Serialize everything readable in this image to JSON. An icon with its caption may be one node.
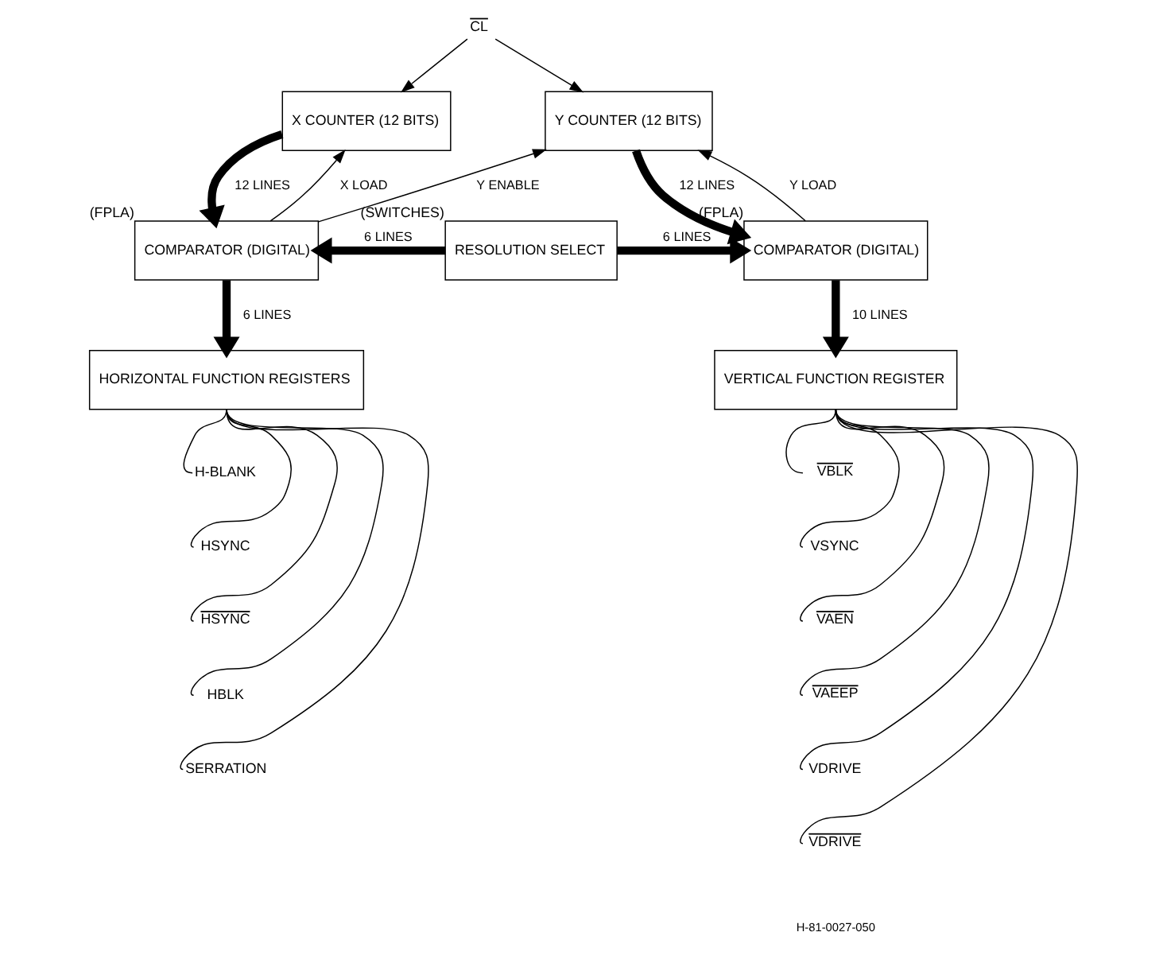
{
  "diagram": {
    "nodes": [
      {
        "text": [
          "X COUNTER (12 BITS)"
        ]
      },
      {
        "text": [
          "Y COUNTER (12 BITS)"
        ]
      },
      {
        "text": [
          "CL"
        ]
      },
      {
        "text": [
          "COMPARATOR (DIGITAL)"
        ],
        "beside": [
          "(FPLA)"
        ]
      },
      {
        "text": [
          "RESOLUTION SELECT"
        ],
        "beside": [
          "(SWITCHES)"
        ]
      },
      {
        "text": [
          "COMPARATOR (DIGITAL)"
        ],
        "beside": [
          "(FPLA)"
        ]
      },
      {
        "text": [
          "HORIZONTAL FUNCTION REGISTERS"
        ]
      },
      {
        "text": [
          "VERTICAL FUNCTION REGISTER"
        ]
      },
      {
        "text": [
          "H-BLANK"
        ]
      },
      {
        "text": [
          "HSYNC"
        ]
      },
      {
        "text": [
          "HSYNC"
        ]
      },
      {
        "text": [
          "HBLK"
        ]
      },
      {
        "text": [
          "SERRATION"
        ]
      },
      {
        "text": [
          "VBLK"
        ]
      },
      {
        "text": [
          "VSYNC"
        ]
      },
      {
        "text": [
          "VAEN"
        ]
      },
      {
        "text": [
          "VAEEP"
        ]
      },
      {
        "text": [
          "VDRIVE"
        ]
      },
      {
        "text": [
          "VDRIVE"
        ]
      }
    ],
    "edges": [
      {
        "from": 2,
        "to": 0,
        "arrow": "to"
      },
      {
        "from": 2,
        "to": 1,
        "arrow": "to"
      },
      {
        "from": 0,
        "to": 3,
        "arrow": "to",
        "label": "12 LINES",
        "style": "thick"
      },
      {
        "from": 3,
        "to": 0,
        "arrow": "to",
        "label": "X LOAD"
      },
      {
        "from": 3,
        "to": 1,
        "arrow": "to",
        "label": "Y ENABLE"
      },
      {
        "from": 1,
        "to": 5,
        "arrow": "to",
        "label": "12 LINES",
        "style": "thick"
      },
      {
        "from": 5,
        "to": 1,
        "arrow": "to",
        "label": "Y LOAD"
      },
      {
        "from": 4,
        "to": 3,
        "arrow": "to",
        "label": "6 LINES",
        "style": "thick"
      },
      {
        "from": 4,
        "to": 5,
        "arrow": "to",
        "label": "6 LINES",
        "style": "thick"
      },
      {
        "from": 3,
        "to": 6,
        "arrow": "to",
        "label": "6 LINES",
        "style": "thick"
      },
      {
        "from": 5,
        "to": 7,
        "arrow": "to",
        "label": "10 LINES",
        "style": "thick"
      },
      {
        "from": 6,
        "to": 8,
        "arrow": "none"
      },
      {
        "from": 6,
        "to": 9,
        "arrow": "none"
      },
      {
        "from": 6,
        "to": 10,
        "arrow": "none"
      },
      {
        "from": 6,
        "to": 11,
        "arrow": "none"
      },
      {
        "from": 6,
        "to": 12,
        "arrow": "none"
      },
      {
        "from": 7,
        "to": 13,
        "arrow": "none"
      },
      {
        "from": 7,
        "to": 14,
        "arrow": "none"
      },
      {
        "from": 7,
        "to": 15,
        "arrow": "none"
      },
      {
        "from": 7,
        "to": 16,
        "arrow": "none"
      },
      {
        "from": 7,
        "to": 17,
        "arrow": "none"
      },
      {
        "from": 7,
        "to": 18,
        "arrow": "none"
      }
    ],
    "labels": [
      "H-81-0027-050"
    ]
  }
}
